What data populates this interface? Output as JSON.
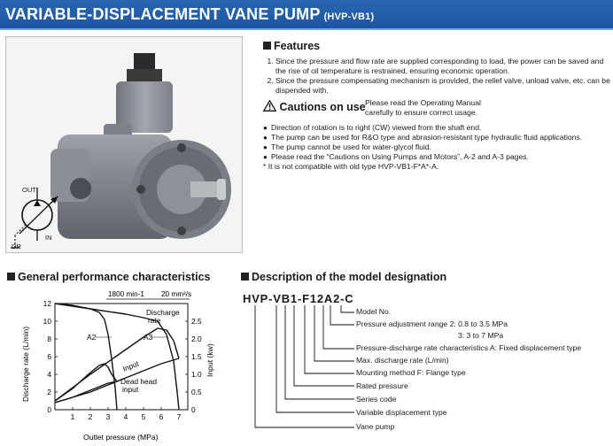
{
  "header": {
    "title": "VARIABLE-DISPLACEMENT VANE PUMP",
    "subtitle": "(HVP-VB1)"
  },
  "colors": {
    "banner": "#1e55a0",
    "pump_body": "#8b8f96",
    "curve": "#111111"
  },
  "symbol": {
    "out": "OUT",
    "in": "IN",
    "dr": "DR"
  },
  "features": {
    "heading": "Features",
    "items": [
      "Since the pressure and flow rate are supplied corresponding to load, the power can be saved and the rise of oil temperature is restrained, ensuring economic operation.",
      "Since the pressure compensating mechanism is provided, the relief valve, unload valve, etc. can be dispended with."
    ]
  },
  "cautions": {
    "heading": "Cautions on use",
    "note_line1": "Please read the Operating Manual",
    "note_line2": "carefully to ensure correct usage.",
    "items": [
      "Direction of rotation is to right (CW) viewed from the shaft end.",
      "The pump can be used for R&O type and abrasion-resistant type hydraulic fluid applications.",
      "The pump cannot be used for water-glycol fluid.",
      "Please read the “Cautions on Using Pumps and Motors”, A-2 and A-3 pages."
    ],
    "footnote": "* It is not compatible with old type HVP-VB1-F*A*-A."
  },
  "performance": {
    "heading": "General performance characteristics"
  },
  "chart_data": {
    "type": "line",
    "title": "",
    "conditions": [
      "1800 min-1",
      "20 mm²/s"
    ],
    "xlabel": "Outlet pressure  (MPa)",
    "ylabel": "Discharge rate  (L/min)",
    "y2label": "Input  (kw)",
    "xlim": [
      0,
      7.5
    ],
    "ylim": [
      0,
      12
    ],
    "y2lim": [
      0,
      3.0
    ],
    "xticks": [
      1,
      2,
      3,
      4,
      5,
      6,
      7
    ],
    "yticks": [
      0,
      2,
      4,
      6,
      8,
      10,
      12
    ],
    "y2ticks": [
      "0",
      "0.5",
      "1.0",
      "1.5",
      "2.0",
      "2.5"
    ],
    "y2tick_values": [
      0,
      0.5,
      1.0,
      1.5,
      2.0,
      2.5
    ],
    "grid": false,
    "labels": {
      "discharge_l1": "Discharge",
      "discharge_l2": "rate",
      "a2": "A2",
      "a3": "A3",
      "input": "Input",
      "dead_l1": "Dead head",
      "dead_l2": "input"
    },
    "series": [
      {
        "axis": "left",
        "x": [
          0,
          1,
          2,
          2.5,
          2.8,
          3.0,
          3.2,
          3.4,
          3.5
        ],
        "y": [
          12,
          11.8,
          11.4,
          11,
          10.2,
          8.5,
          5.8,
          2.5,
          0
        ]
      },
      {
        "axis": "left",
        "x": [
          0,
          2,
          4,
          5,
          5.8,
          6.3,
          6.7,
          6.9,
          7.0
        ],
        "y": [
          12,
          11.4,
          10.8,
          10.4,
          10,
          8.5,
          5.5,
          2,
          0
        ]
      },
      {
        "axis": "right",
        "x": [
          0,
          1,
          2,
          2.5,
          2.8,
          3.0,
          3.2,
          3.5
        ],
        "y": [
          0.25,
          0.6,
          1.05,
          1.25,
          1.3,
          1.2,
          1.0,
          0.8
        ]
      },
      {
        "axis": "right",
        "x": [
          0,
          2,
          4,
          5,
          5.8,
          6.3,
          6.7,
          7.0
        ],
        "y": [
          0.25,
          1.0,
          1.7,
          2.05,
          2.3,
          2.25,
          1.95,
          1.45
        ]
      },
      {
        "axis": "right",
        "x": [
          0,
          1,
          2,
          3,
          3.5
        ],
        "y": [
          0.2,
          0.35,
          0.55,
          0.75,
          0.8
        ]
      },
      {
        "axis": "right",
        "x": [
          0,
          1,
          2,
          3,
          4,
          5,
          6,
          7
        ],
        "y": [
          0.2,
          0.35,
          0.5,
          0.7,
          0.9,
          1.1,
          1.3,
          1.45
        ]
      }
    ]
  },
  "model": {
    "heading": "Description of the model designation",
    "code": "HVP-VB1-F12A2-C",
    "lines": [
      "Model No.",
      "Pressure adjustment range  2: 0.8 to 3.5 MPa",
      "3: 3 to 7 MPa",
      "Pressure-discharge rate characteristics  A: Fixed displacement type",
      "Max. discharge rate (L/min)",
      "Mounting method   F: Flange type",
      "Rated pressure",
      "Series code",
      "Variable displacement type",
      "Vane pump"
    ]
  }
}
